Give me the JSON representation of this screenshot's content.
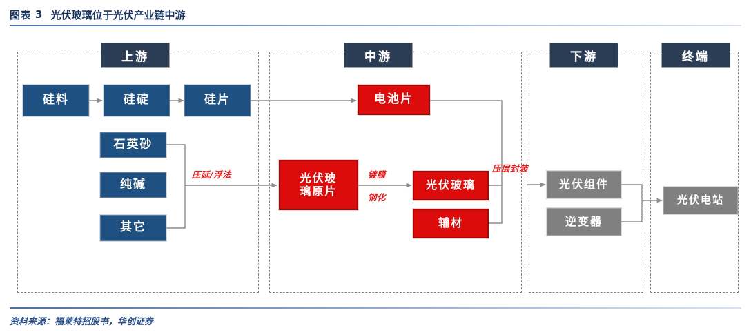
{
  "title": {
    "label": "图表",
    "number": "3",
    "text": "光伏玻璃位于光伏产业链中游"
  },
  "footer": {
    "source": "资料来源：福莱特招股书，华创证券"
  },
  "colors": {
    "blue": "#1f5082",
    "red": "#dc0c0c",
    "gray": "#808080",
    "stage_header": "#2b3d55",
    "panel_border": "#808080",
    "connector": "#8c8c8c",
    "title": "#18325c",
    "edge_label": "#e01c1c"
  },
  "stages": [
    {
      "key": "upstream",
      "label": "上游"
    },
    {
      "key": "midstream",
      "label": "中游"
    },
    {
      "key": "downstream",
      "label": "下游"
    },
    {
      "key": "terminal",
      "label": "终端"
    }
  ],
  "nodes": {
    "silicon_material": "硅料",
    "silicon_ingot": "硅碇",
    "silicon_wafer": "硅片",
    "quartz_sand": "石英砂",
    "soda_ash": "纯碱",
    "others": "其它",
    "solar_cell": "电池片",
    "pv_glass_raw": "光伏玻璃原片",
    "pv_glass": "光伏玻璃",
    "auxiliary": "辅材",
    "pv_module": "光伏组件",
    "inverter": "逆变器",
    "pv_power_station": "光伏电站"
  },
  "edge_labels": {
    "rolling_float": "压延/浮法",
    "coating": "镀膜",
    "tempering": "钢化",
    "lamination": "压层封装"
  },
  "chart_data": {
    "type": "diagram",
    "title": "光伏玻璃位于光伏产业链中游",
    "sections": [
      "上游",
      "中游",
      "下游",
      "终端"
    ],
    "nodes": [
      {
        "id": "silicon_material",
        "label": "硅料",
        "section": "上游",
        "style": "blue"
      },
      {
        "id": "silicon_ingot",
        "label": "硅碇",
        "section": "上游",
        "style": "blue"
      },
      {
        "id": "silicon_wafer",
        "label": "硅片",
        "section": "上游",
        "style": "blue"
      },
      {
        "id": "quartz_sand",
        "label": "石英砂",
        "section": "上游",
        "style": "blue"
      },
      {
        "id": "soda_ash",
        "label": "纯碱",
        "section": "上游",
        "style": "blue"
      },
      {
        "id": "others",
        "label": "其它",
        "section": "上游",
        "style": "blue"
      },
      {
        "id": "solar_cell",
        "label": "电池片",
        "section": "中游",
        "style": "red"
      },
      {
        "id": "pv_glass_raw",
        "label": "光伏玻璃原片",
        "section": "中游",
        "style": "red"
      },
      {
        "id": "pv_glass",
        "label": "光伏玻璃",
        "section": "中游",
        "style": "red"
      },
      {
        "id": "auxiliary",
        "label": "辅材",
        "section": "中游",
        "style": "red"
      },
      {
        "id": "pv_module",
        "label": "光伏组件",
        "section": "下游",
        "style": "gray"
      },
      {
        "id": "inverter",
        "label": "逆变器",
        "section": "下游",
        "style": "gray"
      },
      {
        "id": "pv_power_station",
        "label": "光伏电站",
        "section": "终端",
        "style": "gray"
      }
    ],
    "edges": [
      {
        "from": "silicon_material",
        "to": "silicon_ingot",
        "label": ""
      },
      {
        "from": "silicon_ingot",
        "to": "silicon_wafer",
        "label": ""
      },
      {
        "from": "silicon_wafer",
        "to": "solar_cell",
        "label": ""
      },
      {
        "from": "quartz_sand",
        "to": "pv_glass_raw",
        "label": "压延/浮法"
      },
      {
        "from": "soda_ash",
        "to": "pv_glass_raw",
        "label": "压延/浮法"
      },
      {
        "from": "others",
        "to": "pv_glass_raw",
        "label": "压延/浮法"
      },
      {
        "from": "pv_glass_raw",
        "to": "pv_glass",
        "label": "镀膜 / 钢化"
      },
      {
        "from": "solar_cell",
        "to": "pv_module",
        "label": "压层封装"
      },
      {
        "from": "pv_glass",
        "to": "pv_module",
        "label": "压层封装"
      },
      {
        "from": "auxiliary",
        "to": "pv_module",
        "label": "压层封装"
      },
      {
        "from": "pv_module",
        "to": "pv_power_station",
        "label": ""
      },
      {
        "from": "inverter",
        "to": "pv_power_station",
        "label": ""
      }
    ]
  }
}
